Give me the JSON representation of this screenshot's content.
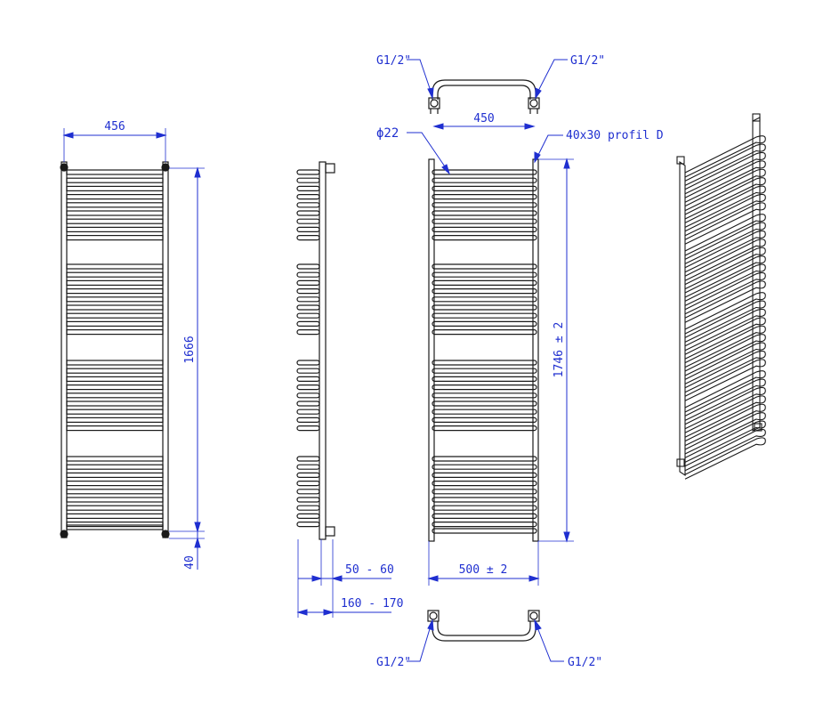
{
  "colors": {
    "drawing": "#1a1a1a",
    "dimension": "#1f2fd0",
    "background": "#ffffff"
  },
  "drawing": {
    "front_view": {
      "width_dim": "456",
      "height_dim": "1666",
      "bottom_offset_dim": "40"
    },
    "side_view": {
      "depth_dim_1": "50 - 60",
      "depth_dim_2": "160 - 170"
    },
    "main_view": {
      "tube_diameter": "ϕ22",
      "profile_label": "40x30 profil D",
      "connection_spacing": "450",
      "height_dim": "1746 ± 2",
      "width_dim": "500  ± 2",
      "top_left_connection": "G1/2\"",
      "top_right_connection": "G1/2\"",
      "bottom_left_connection": "G1/2\"",
      "bottom_right_connection": "G1/2\""
    }
  }
}
